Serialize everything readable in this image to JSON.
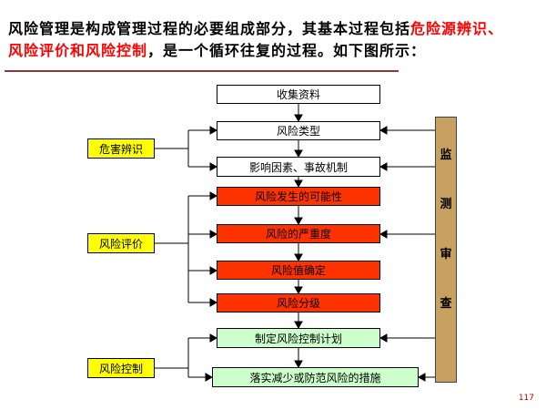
{
  "slide": {
    "page_number": "117"
  },
  "header": {
    "lines": [
      {
        "segments": [
          {
            "text": "风险管理是构成管理过程的必要组成部分，其基本过程包括",
            "color": "#000000"
          },
          {
            "text": "危险源辨识、",
            "color": "#FF0000"
          }
        ]
      },
      {
        "segments": [
          {
            "text": "风险评价和风险控制",
            "color": "#FF0000"
          },
          {
            "text": "，是一个循环往复的过程。如下图所示：",
            "color": "#000000"
          }
        ]
      }
    ],
    "underline_color": "#953735"
  },
  "flowchart": {
    "process_boxes": [
      {
        "label": "收集资料",
        "style": "plain"
      },
      {
        "label": "风险类型",
        "style": "plain"
      },
      {
        "label": "影响因素、事故机制",
        "style": "plain"
      },
      {
        "label": "风险发生的可能性",
        "style": "red"
      },
      {
        "label": "风险的严重度",
        "style": "red"
      },
      {
        "label": "风险值确定",
        "style": "red"
      },
      {
        "label": "风险分级",
        "style": "red"
      },
      {
        "label": "制定风险控制计划",
        "style": "green"
      },
      {
        "label": "落实减少或防范风险的措施",
        "style": "green"
      }
    ],
    "phase_boxes": [
      {
        "label": "危害辨识"
      },
      {
        "label": "风险评价"
      },
      {
        "label": "风险控制"
      }
    ],
    "monitor_chars": [
      "监",
      "测",
      "审",
      "查"
    ],
    "colors": {
      "plain_fill": "#FFFFFF",
      "red_fill": "#FF3300",
      "green_fill": "#CCFFCC",
      "yellow_fill": "#FFFF00",
      "monitor_fill": "#C8A060",
      "connector": "#000000",
      "title_highlight": "#FF0000",
      "underline": "#953735"
    }
  }
}
